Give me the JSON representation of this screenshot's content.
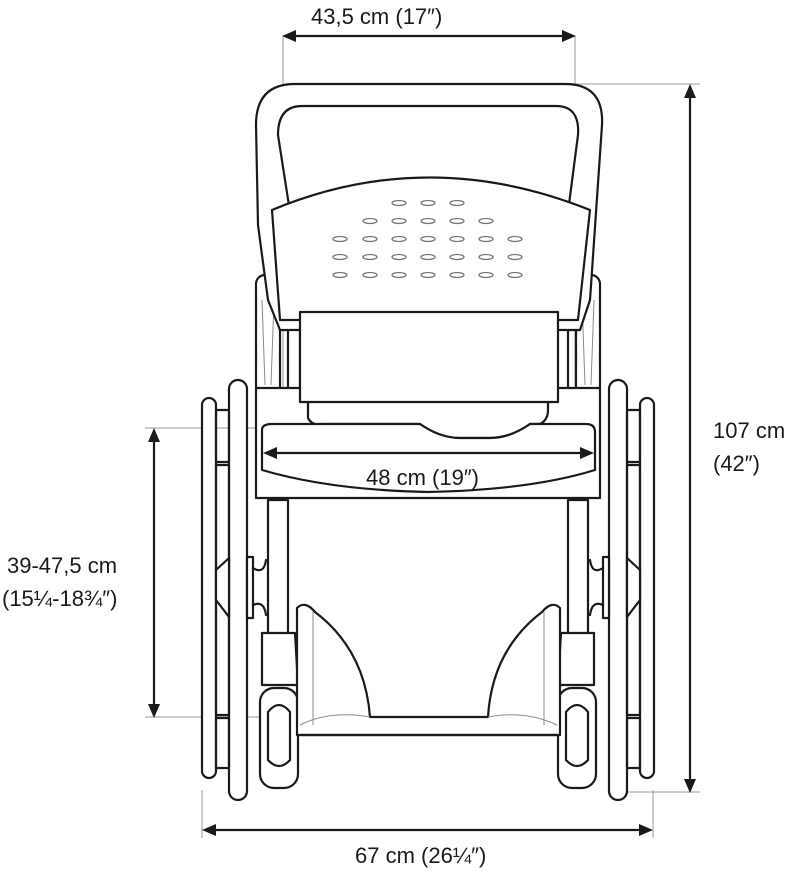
{
  "diagram": {
    "subject": "Shower commode chair, front view with dimensions",
    "colors": {
      "line": "#1a1a1a",
      "extension_line": "#999999",
      "background": "#ffffff"
    },
    "dimensions": {
      "backrest_width": {
        "metric": "43,5 cm",
        "imperial": "(17″)",
        "label": "43,5 cm (17″)"
      },
      "total_height": {
        "metric": "107 cm",
        "imperial": "(42″)"
      },
      "seat_width": {
        "label": "48 cm (19″)"
      },
      "seat_height": {
        "metric": "39-47,5 cm",
        "imperial": "(15¼-18¾″)"
      },
      "total_width": {
        "label": "67 cm (26¼″)"
      }
    },
    "backrest_holes": {
      "rows": [
        3,
        5,
        7,
        7,
        7
      ]
    }
  }
}
